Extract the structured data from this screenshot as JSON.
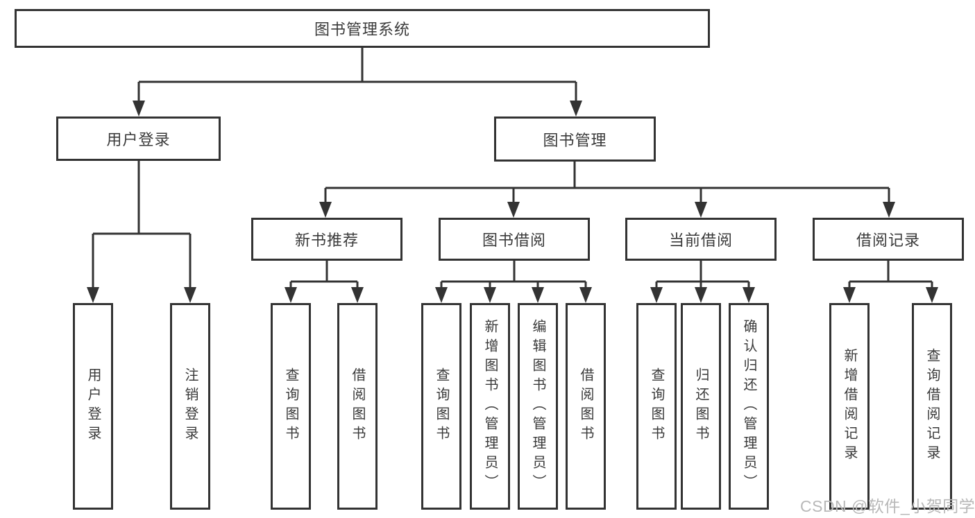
{
  "diagram": {
    "root": "图书管理系统",
    "level1": [
      "用户登录",
      "图书管理"
    ],
    "level2": [
      "新书推荐",
      "图书借阅",
      "当前借阅",
      "借阅记录"
    ],
    "leaves": {
      "login": [
        "用户登录",
        "注销登录"
      ],
      "recommend": [
        "查询图书",
        "借阅图书"
      ],
      "borrow": [
        "查询图书",
        "新增图书（管理员）",
        "编辑图书（管理员）",
        "借阅图书"
      ],
      "current": [
        "查询图书",
        "归还图书",
        "确认归还（管理员）"
      ],
      "records": [
        "新增借阅记录",
        "查询借阅记录"
      ]
    }
  },
  "watermark": "CSDN @软件_小贺同学",
  "colors": {
    "line": "#333333",
    "text": "#3a3a3a",
    "watermark": "#b8b8b8",
    "bg": "#ffffff"
  }
}
